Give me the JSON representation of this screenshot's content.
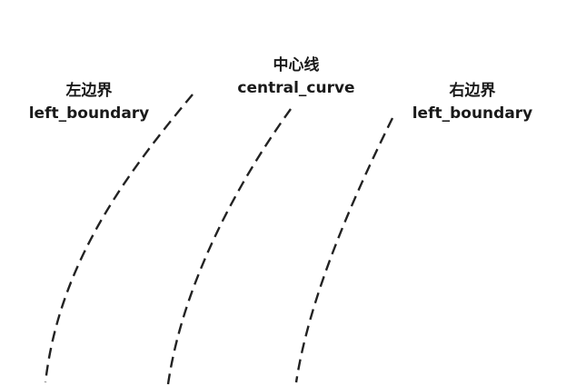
{
  "labels": {
    "left": {
      "zh": "左边界",
      "en": "left_boundary"
    },
    "center": {
      "zh": "中心线",
      "en": "central_curve"
    },
    "right": {
      "zh": "右边界",
      "en": "left_boundary"
    }
  },
  "colors": {
    "stroke": "#222222",
    "text": "#1a1a1a",
    "background": "#ffffff"
  }
}
